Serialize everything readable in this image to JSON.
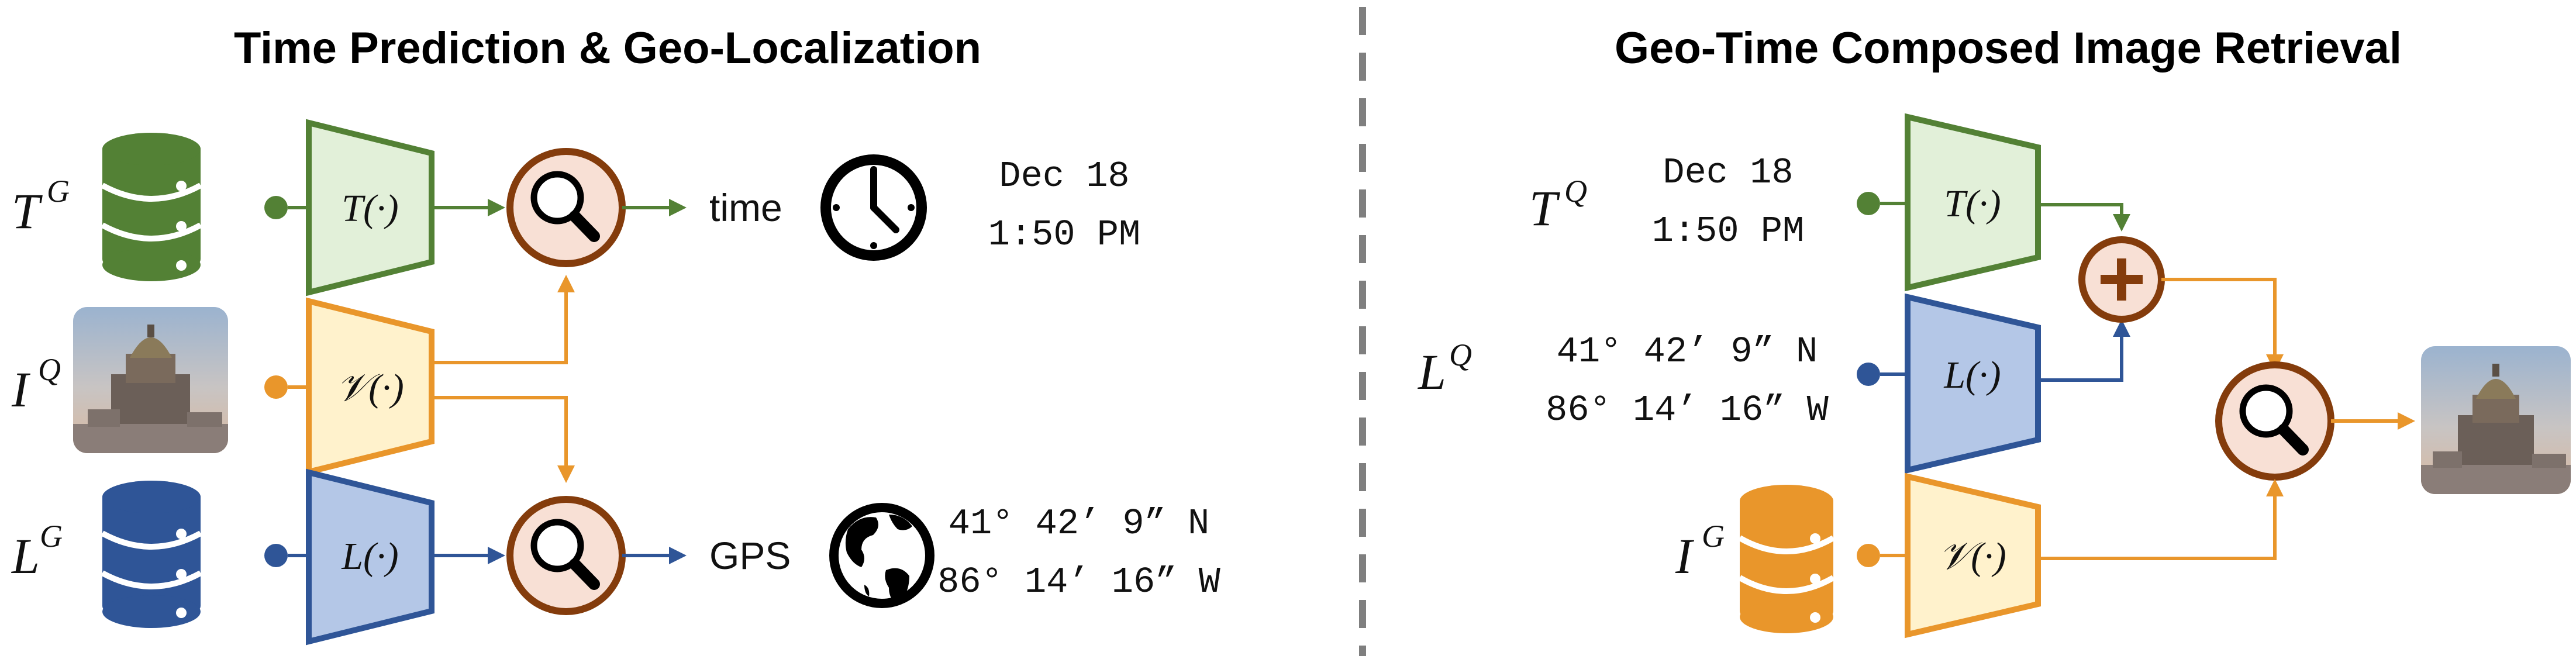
{
  "colors": {
    "green": "#538135",
    "green_fill": "#e2f0d9",
    "orange": "#e9962b",
    "orange_fill": "#fff2cc",
    "blue": "#2f5597",
    "blue_fill": "#b4c7e7",
    "brown": "#843c0c",
    "brown_fill": "#f8e0d5",
    "divider": "#7f7f7f"
  },
  "left": {
    "title": "Time Prediction & Geo-Localization",
    "db_time": {
      "symbol": "T",
      "sup": "G",
      "icon": "green-database-icon"
    },
    "query_image": {
      "symbol": "I",
      "sup": "Q",
      "icon": "dome-photo"
    },
    "db_location": {
      "symbol": "L",
      "sup": "G",
      "icon": "blue-database-icon"
    },
    "encoder_time": "T(·)",
    "encoder_image": "𝒱(·)",
    "encoder_location": "L(·)",
    "output_time": {
      "label": "time",
      "icon": "clock-icon",
      "line1": "Dec 18",
      "line2": "1:50 PM"
    },
    "output_gps": {
      "label": "GPS",
      "icon": "globe-icon",
      "line1": "41° 42’ 9” N",
      "line2": "86° 14’ 16” W"
    }
  },
  "right": {
    "title": "Geo-Time Composed Image Retrieval",
    "query_time": {
      "symbol": "T",
      "sup": "Q",
      "line1": "Dec 18",
      "line2": "1:50 PM"
    },
    "query_location": {
      "symbol": "L",
      "sup": "Q",
      "line1": "41° 42’ 9” N",
      "line2": "86° 14’ 16” W"
    },
    "db_image": {
      "symbol": "I",
      "sup": "G",
      "icon": "orange-database-icon"
    },
    "encoder_time": "T(·)",
    "encoder_location": "L(·)",
    "encoder_image": "𝒱(·)",
    "combine_icon": "plus-icon",
    "output": {
      "icon": "dome-photo"
    }
  }
}
